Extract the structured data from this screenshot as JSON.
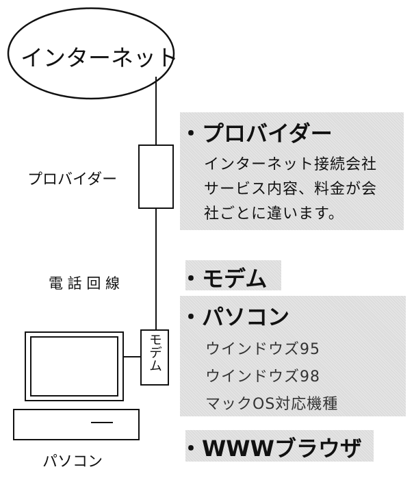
{
  "diagram": {
    "internet": "インターネット",
    "provider": "プロバイダー",
    "phone_line": "電 話 回 線",
    "modem": "モデム",
    "pc": "パソコン"
  },
  "notes": {
    "provider": {
      "heading": "・プロバイダー",
      "lines": [
        "インターネット接続会社",
        "サービス内容、料金が会",
        "社ごとに違います。"
      ]
    },
    "modem": {
      "heading": "・モデム"
    },
    "pc": {
      "heading": "・パソコン",
      "lines": [
        "ウインドウズ95",
        "ウインドウズ98",
        "マックOS対応機種"
      ]
    },
    "browser": {
      "heading": "・WWWブラウザ"
    }
  }
}
